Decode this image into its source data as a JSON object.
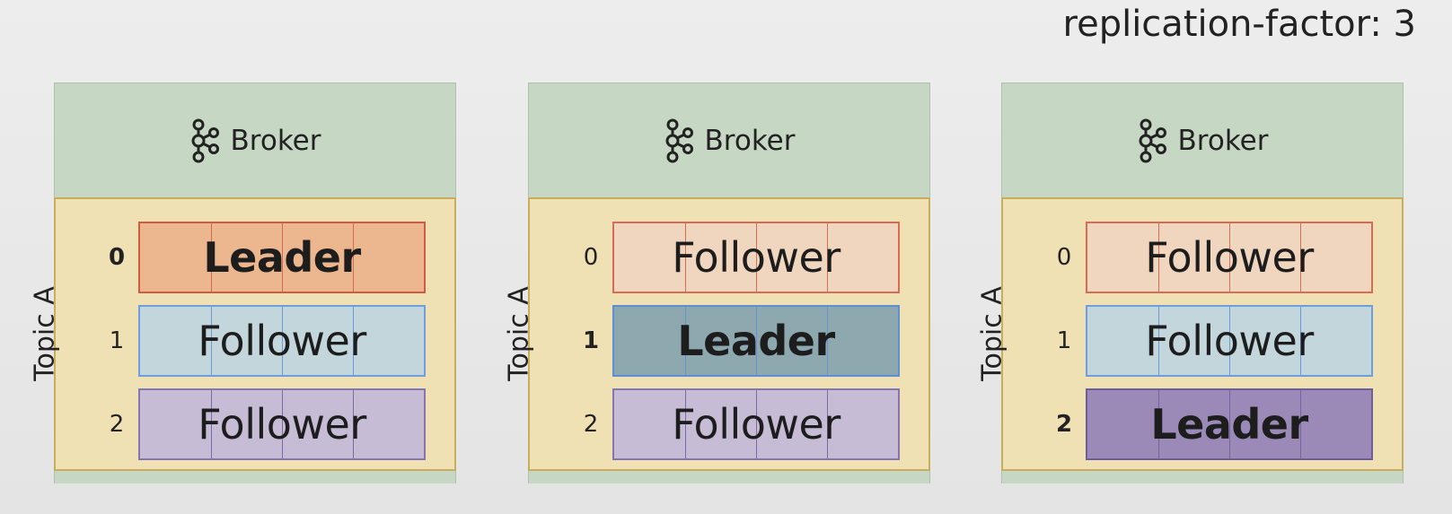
{
  "title": "replication-factor: 3",
  "brokers": [
    {
      "label": "Broker",
      "topic": "Topic A",
      "partitions": [
        {
          "index": "0",
          "role": "Leader",
          "color": "#ecb78f"
        },
        {
          "index": "1",
          "role": "Follower",
          "color": "#c3d6db"
        },
        {
          "index": "2",
          "role": "Follower",
          "color": "#c6bcd6"
        }
      ]
    },
    {
      "label": "Broker",
      "topic": "Topic A",
      "partitions": [
        {
          "index": "0",
          "role": "Follower",
          "color": "#f1d6bf"
        },
        {
          "index": "1",
          "role": "Leader",
          "color": "#8ea8b0"
        },
        {
          "index": "2",
          "role": "Follower",
          "color": "#c6bcd6"
        }
      ]
    },
    {
      "label": "Broker",
      "topic": "Topic A",
      "partitions": [
        {
          "index": "0",
          "role": "Follower",
          "color": "#f1d6bf"
        },
        {
          "index": "1",
          "role": "Follower",
          "color": "#c3d6db"
        },
        {
          "index": "2",
          "role": "Leader",
          "color": "#9b89b8"
        }
      ]
    }
  ]
}
